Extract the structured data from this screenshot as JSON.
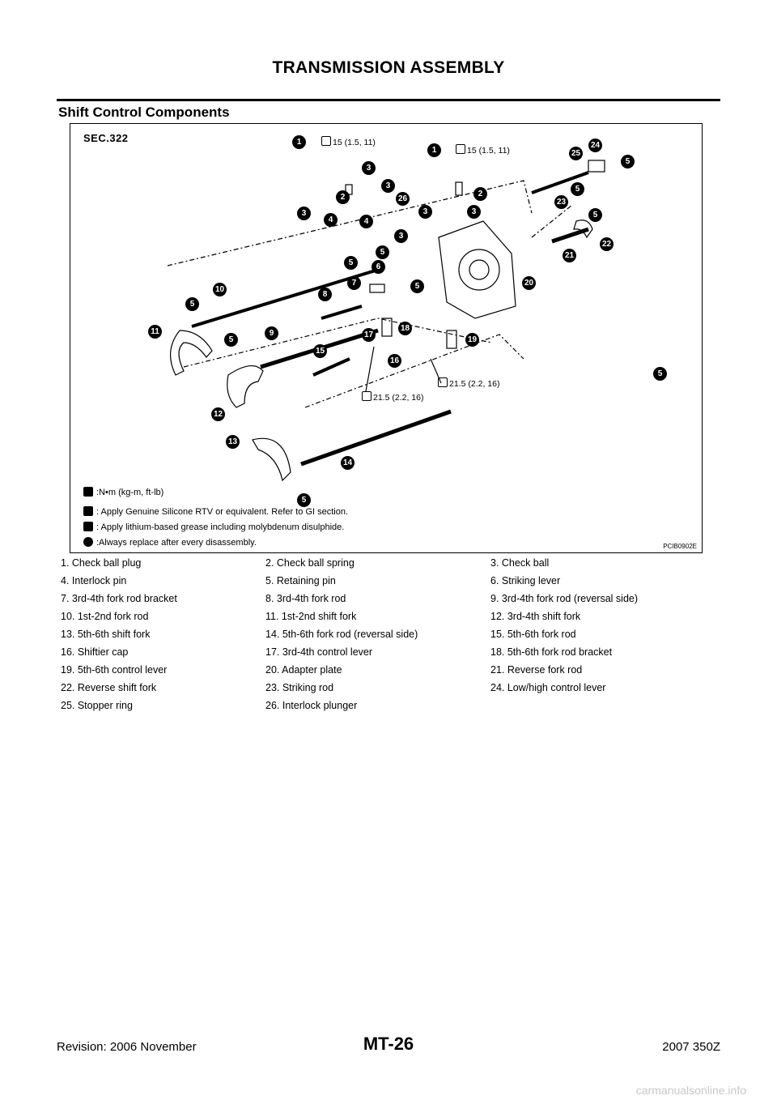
{
  "header": {
    "title": "TRANSMISSION ASSEMBLY"
  },
  "section": {
    "title": "Shift Control Components"
  },
  "figure": {
    "code": "SEC.322",
    "id": "PCIB0902E",
    "torques": [
      "15 (1.5, 11)",
      "15 (1.5, 11)",
      "21.5 (2.2, 16)",
      "21.5 (2.2, 16)"
    ],
    "legend": [
      ":N•m (kg-m, ft-lb)",
      ": Apply Genuine Silicone RTV or equivalent. Refer to GI section.",
      ": Apply lithium-based grease including molybdenum disulphide.",
      ":Always replace after every disassembly."
    ],
    "callouts": [
      "1",
      "1",
      "2",
      "2",
      "3",
      "3",
      "3",
      "3",
      "3",
      "3",
      "4",
      "4",
      "5",
      "5",
      "5",
      "5",
      "5",
      "5",
      "5",
      "5",
      "5",
      "5",
      "6",
      "7",
      "8",
      "9",
      "10",
      "11",
      "12",
      "13",
      "14",
      "15",
      "16",
      "17",
      "18",
      "19",
      "20",
      "21",
      "22",
      "23",
      "24",
      "25",
      "26"
    ]
  },
  "parts": [
    "1. Check ball plug",
    "2. Check ball spring",
    "3. Check ball",
    "4. Interlock pin",
    "5. Retaining pin",
    "6. Striking lever",
    "7. 3rd-4th fork rod bracket",
    "8. 3rd-4th fork rod",
    "9. 3rd-4th fork rod (reversal side)",
    "10. 1st-2nd fork rod",
    "11. 1st-2nd shift fork",
    "12. 3rd-4th shift fork",
    "13. 5th-6th shift fork",
    "14. 5th-6th fork rod (reversal side)",
    "15. 5th-6th fork rod",
    "16. Shiftier cap",
    "17. 3rd-4th control lever",
    "18. 5th-6th fork rod bracket",
    "19. 5th-6th control lever",
    "20. Adapter plate",
    "21. Reverse fork rod",
    "22. Reverse shift fork",
    "23. Striking rod",
    "24. Low/high control lever",
    "25. Stopper ring",
    "26. Interlock plunger"
  ],
  "footer": {
    "revision": "Revision: 2006 November",
    "page": "MT-26",
    "model": "2007 350Z"
  },
  "watermark": "carmanualsonline.info"
}
